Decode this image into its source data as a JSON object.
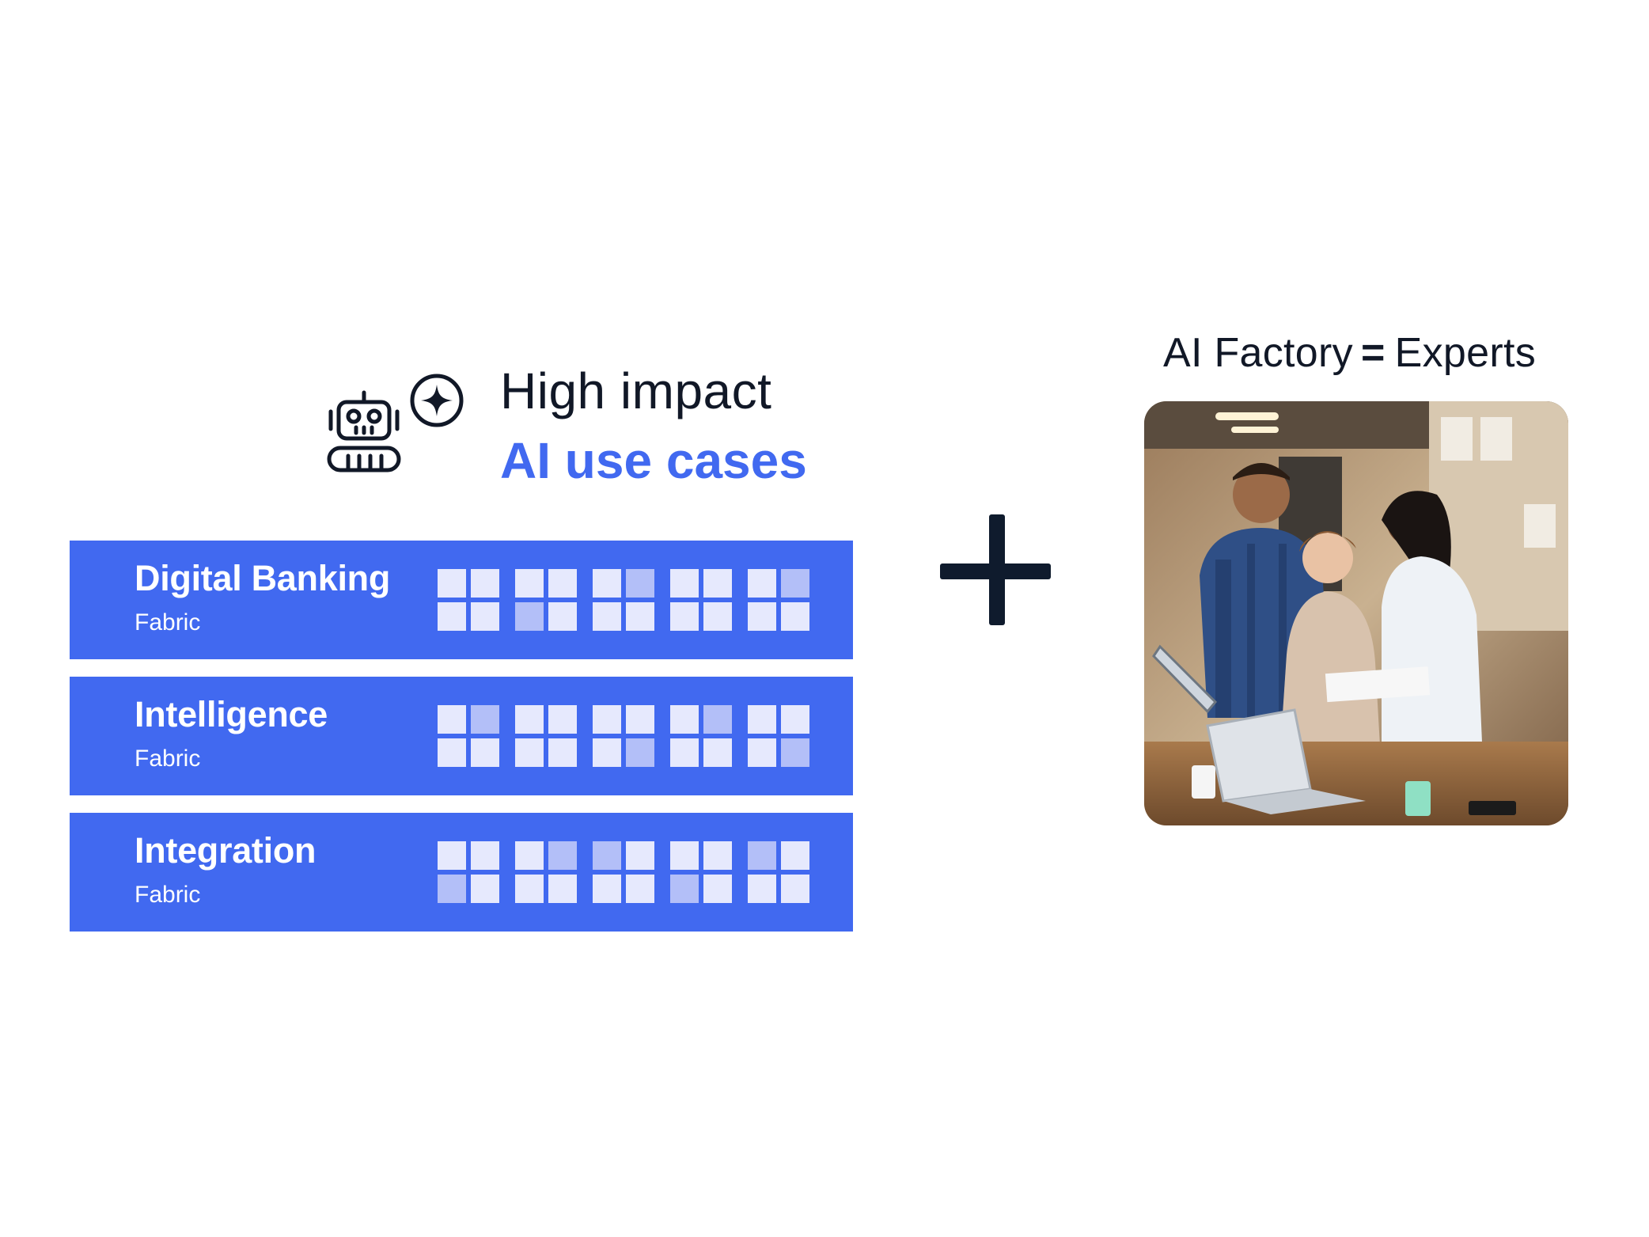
{
  "colors": {
    "accent": "#4169f0",
    "tile_light": "#e6e9fd",
    "tile_mid": "#b3bff8",
    "dark": "#111827"
  },
  "heading": {
    "line1": "High impact",
    "line2": "AI use cases",
    "icons": [
      "robot-icon",
      "sparkle-icon"
    ]
  },
  "fabrics": [
    {
      "name": "Digital Banking",
      "subtitle": "Fabric",
      "tiles": [
        [
          "light",
          "light",
          "light",
          "light"
        ],
        [
          "light",
          "light",
          "mid",
          "light"
        ],
        [
          "light",
          "mid",
          "light",
          "light"
        ],
        [
          "light",
          "light",
          "light",
          "light"
        ],
        [
          "light",
          "mid",
          "light",
          "light"
        ]
      ]
    },
    {
      "name": "Intelligence",
      "subtitle": "Fabric",
      "tiles": [
        [
          "light",
          "mid",
          "light",
          "light"
        ],
        [
          "light",
          "light",
          "light",
          "light"
        ],
        [
          "light",
          "light",
          "light",
          "mid"
        ],
        [
          "light",
          "mid",
          "light",
          "light"
        ],
        [
          "light",
          "light",
          "light",
          "mid"
        ]
      ]
    },
    {
      "name": "Integration",
      "subtitle": "Fabric",
      "tiles": [
        [
          "light",
          "light",
          "mid",
          "light"
        ],
        [
          "light",
          "mid",
          "light",
          "light"
        ],
        [
          "mid",
          "light",
          "light",
          "light"
        ],
        [
          "light",
          "light",
          "mid",
          "light"
        ],
        [
          "mid",
          "light",
          "light",
          "light"
        ]
      ]
    }
  ],
  "operator": "plus-icon",
  "right": {
    "title_left": "AI Factory",
    "title_eq": "=",
    "title_right": "Experts",
    "photo": "experts-photo"
  }
}
